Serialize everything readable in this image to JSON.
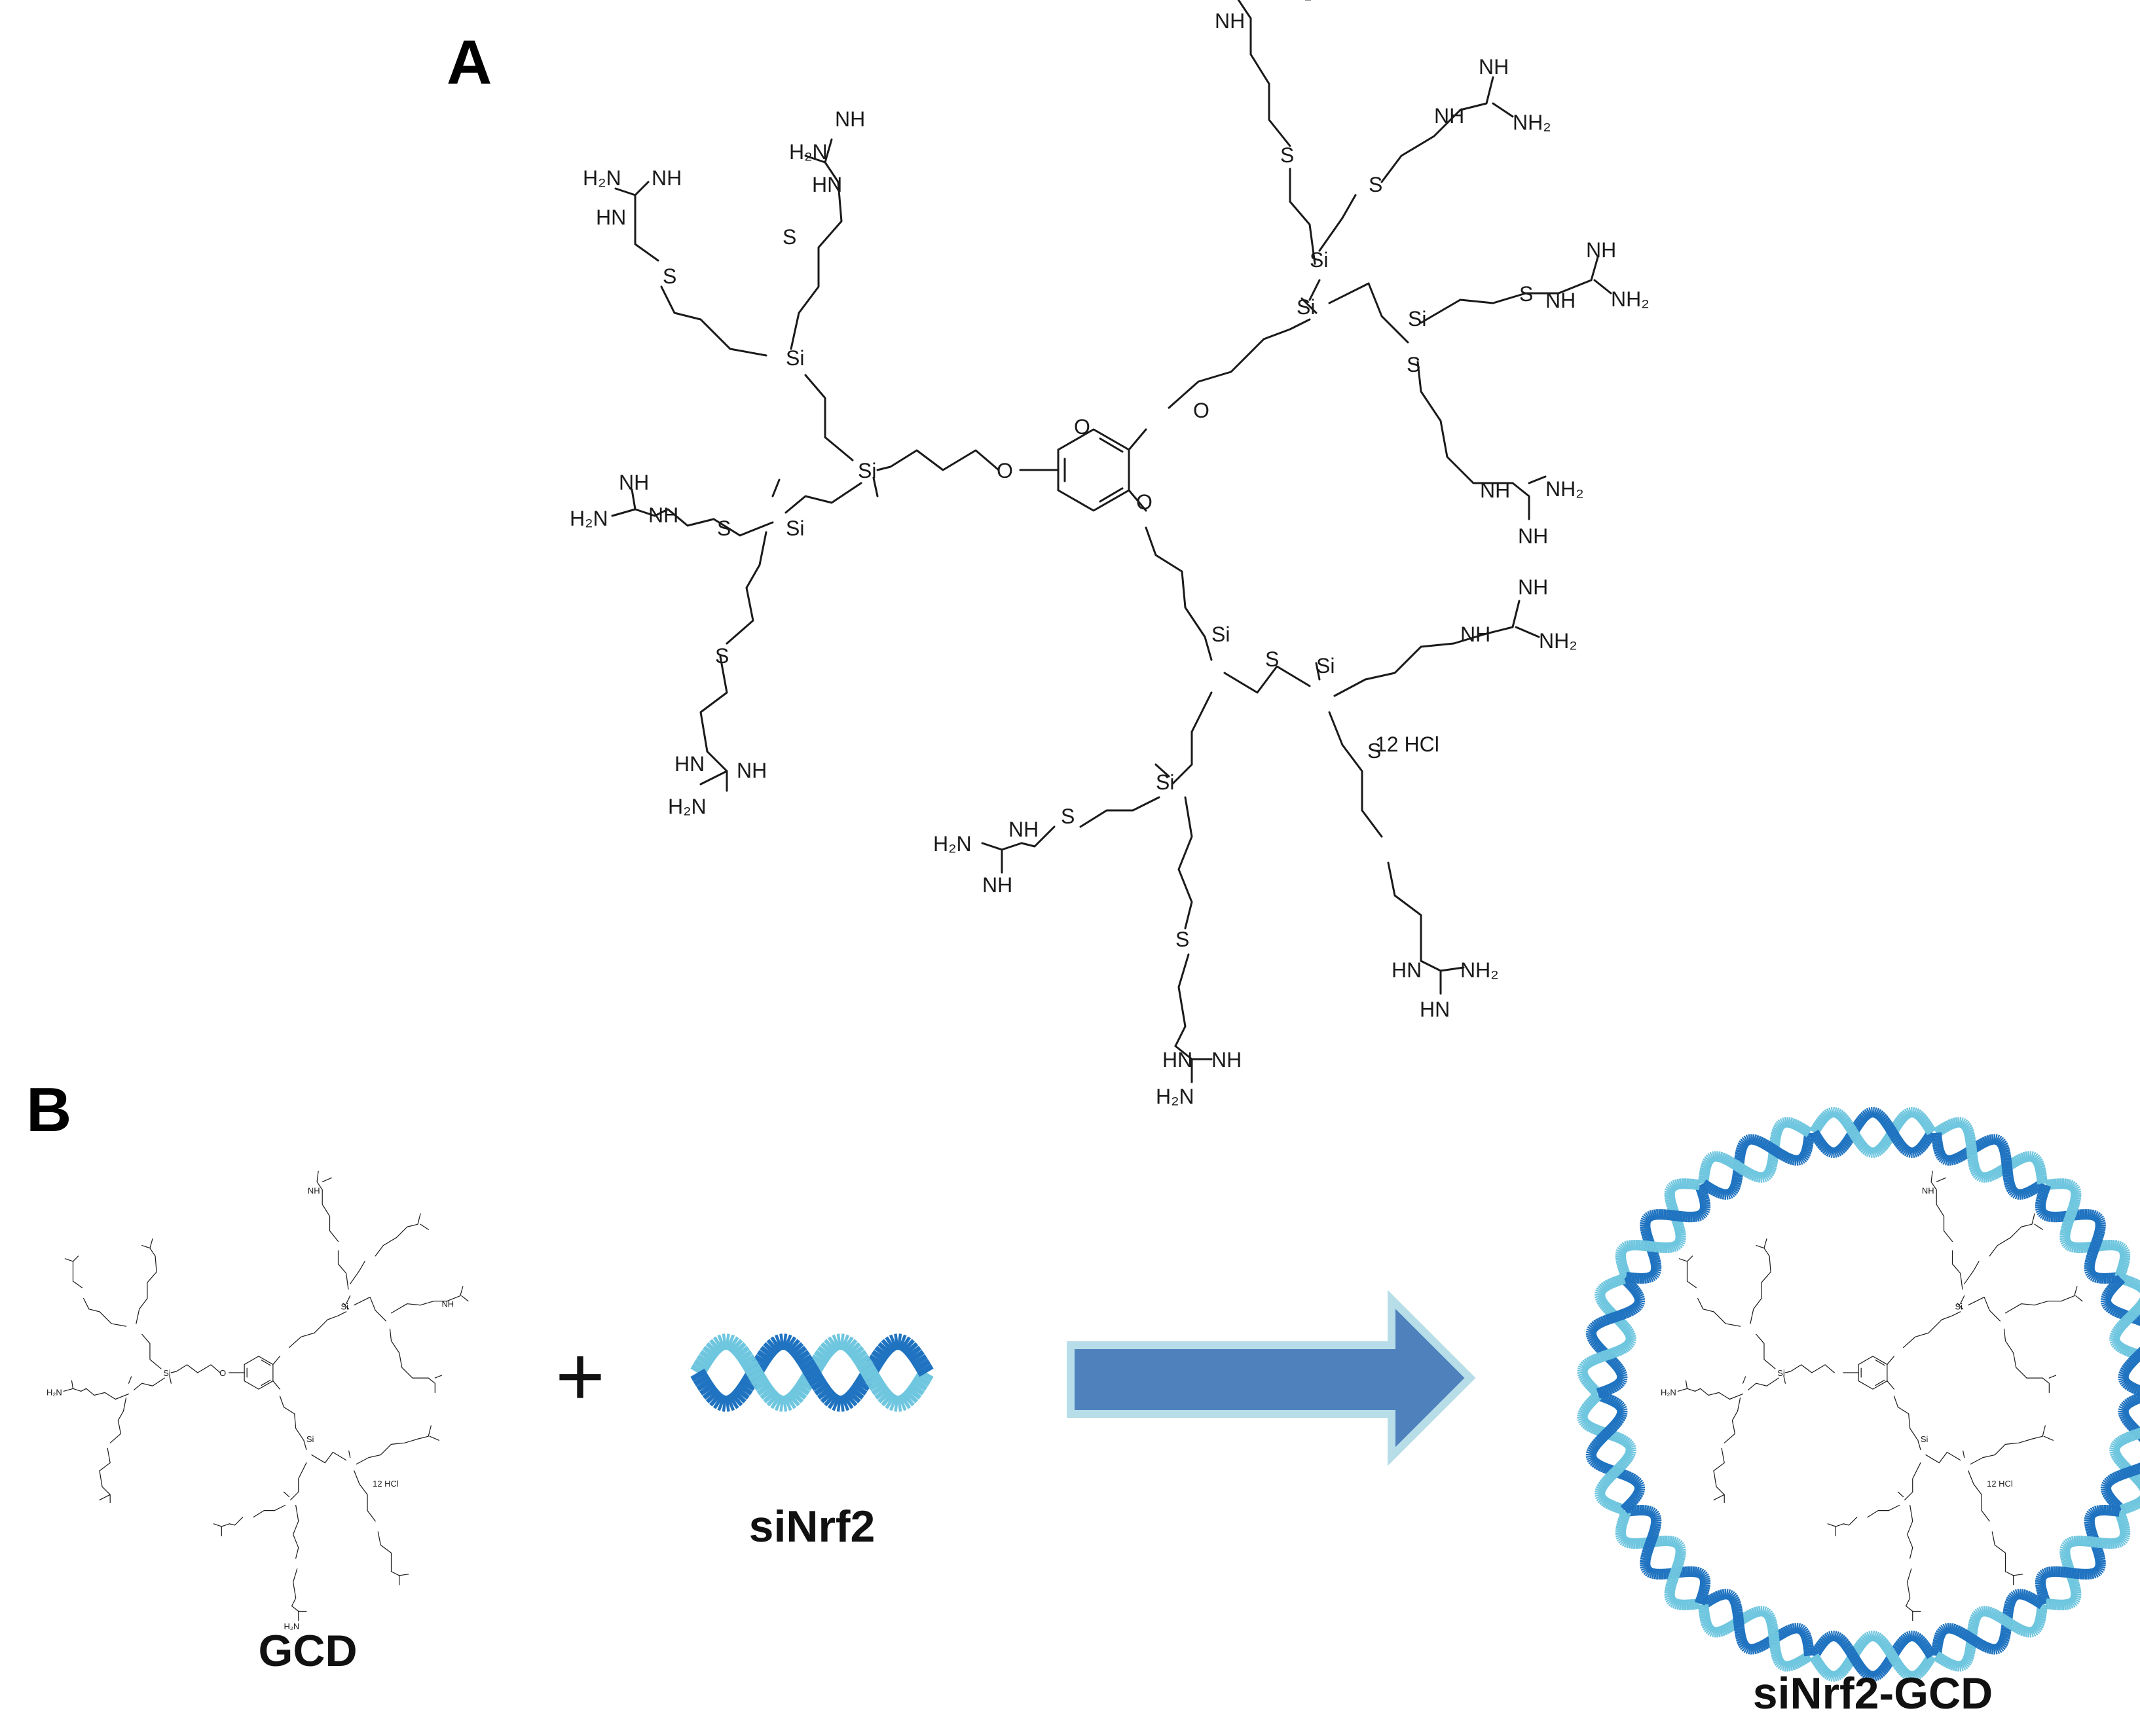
{
  "panels": {
    "a_label": "A",
    "b_label": "B"
  },
  "molecule": {
    "counterion": "12 HCl",
    "atoms": {
      "si": "Si",
      "s": "S",
      "o": "O",
      "nh": "NH",
      "hn": "HN",
      "h2n": "H₂N",
      "nh2": "NH₂"
    }
  },
  "scheme": {
    "plus": "+",
    "left_caption": "GCD",
    "middle_caption": "siNrf2",
    "right_caption": "siNrf2-GCD"
  },
  "colors": {
    "arrow_fill": "#4f81bd",
    "arrow_stroke": "#b7dde8",
    "dna_dark": "#1f73c0",
    "dna_light": "#6fc6df"
  }
}
